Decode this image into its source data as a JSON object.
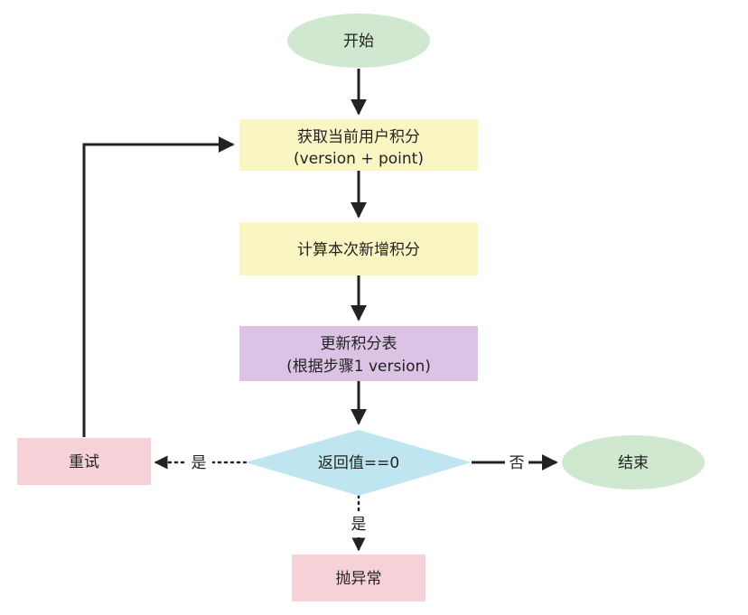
{
  "nodes": {
    "start": {
      "text": "开始"
    },
    "get_points": {
      "line1": "获取当前用户积分",
      "line2": "(version + point)"
    },
    "calc_points": {
      "text": "计算本次新增积分"
    },
    "update_table": {
      "line1": "更新积分表",
      "line2": "(根据步骤1 version)"
    },
    "decision": {
      "text": "返回值==0"
    },
    "retry": {
      "text": "重试"
    },
    "end": {
      "text": "结束"
    },
    "throw": {
      "text": "抛异常"
    }
  },
  "edges": {
    "yes_left": "是",
    "no_right": "否",
    "yes_down": "是"
  },
  "colors": {
    "terminal_fill": "#cfe8cf",
    "process_fill": "#faf6c4",
    "update_fill": "#dcc3e6",
    "decision_fill": "#bfe6f0",
    "error_fill": "#f6d2d8",
    "arrow": "#222222"
  }
}
